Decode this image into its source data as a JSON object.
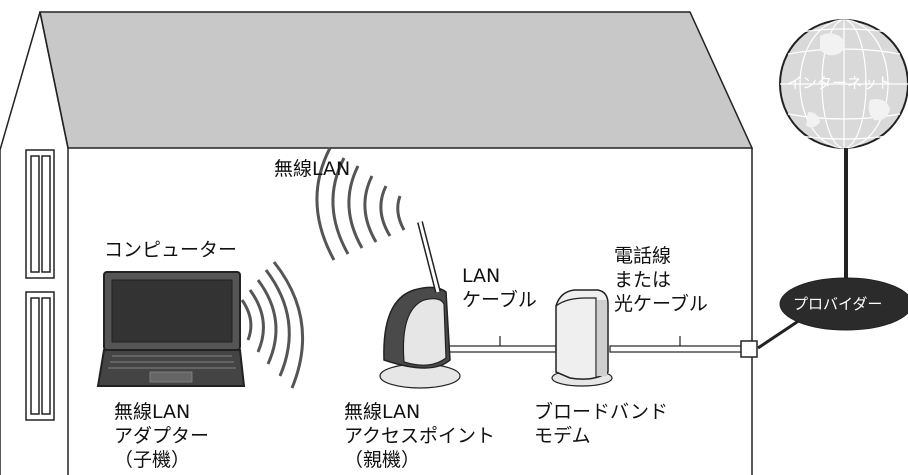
{
  "labels": {
    "internet": "インターネット",
    "provider": "プロバイダー",
    "wireless_lan_top": "無線LAN",
    "computer": "コンピューター",
    "lan_cable": [
      "LAN",
      "ケーブル"
    ],
    "phone_line": [
      "電話線",
      "または",
      "光ケーブル"
    ],
    "wireless_adapter": [
      "無線LAN",
      "アダプター",
      "（子機）"
    ],
    "access_point": [
      "無線LAN",
      "アクセスポイント",
      "（親機）"
    ],
    "modem": [
      "ブロードバンド",
      "モデム"
    ]
  },
  "colors": {
    "roof": "#c8c8c8",
    "outline": "#222222",
    "globe": "#d9d9d9",
    "provider_fill": "#2b2b2b",
    "device_light": "#e6e6e6"
  }
}
